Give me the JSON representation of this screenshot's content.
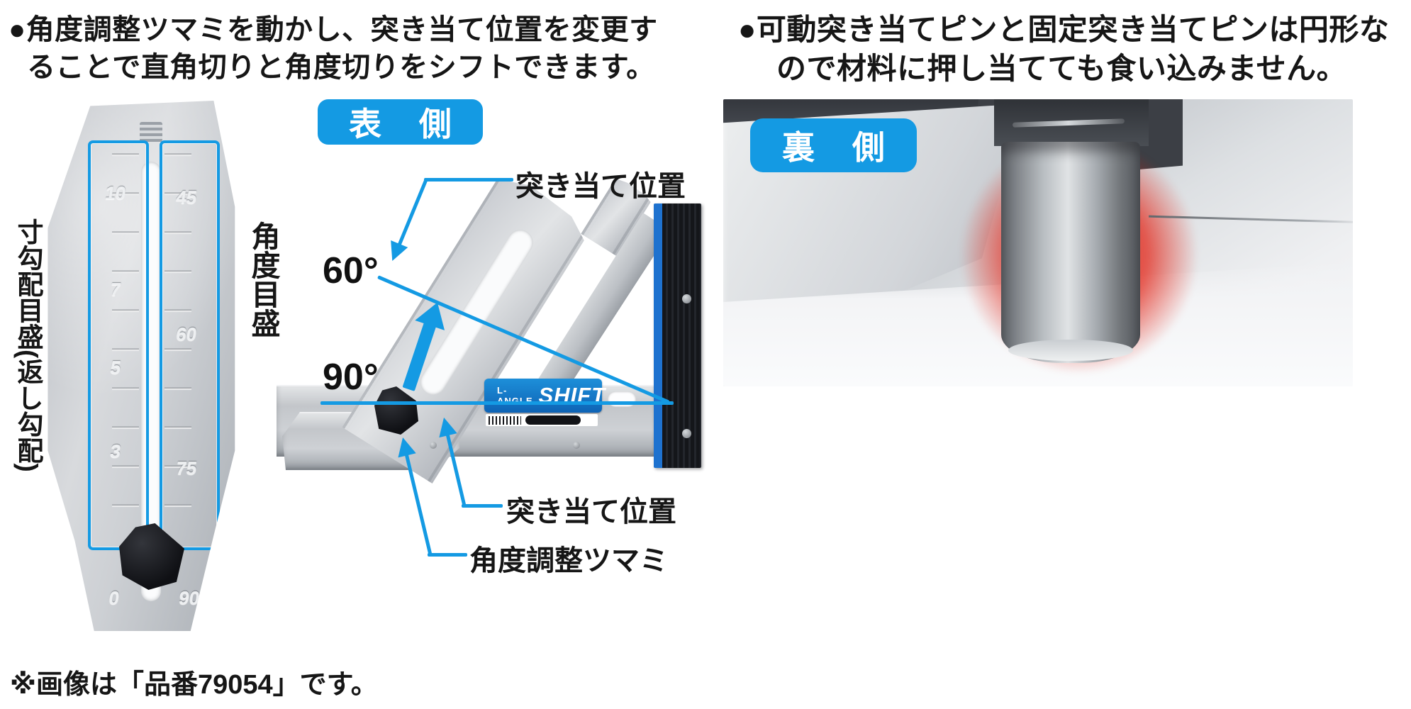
{
  "intro_left": {
    "line1": "●角度調整ツマミを動かし、突き当て位置を変更す",
    "line2": "ることで直角切りと角度切りをシフトできます。"
  },
  "intro_right": {
    "line1": "●可動突き当てピンと固定突き当てピンは円形な",
    "line2": "ので材料に押し当てても食い込みません。"
  },
  "badges": {
    "front": "表側",
    "back": "裏側"
  },
  "left_figure": {
    "scale_label_left": "寸勾配目盛(返し勾配)",
    "scale_label_right": "角度目盛",
    "left_scale_values": [
      "10",
      "7",
      "5",
      "3",
      "0"
    ],
    "right_scale_values": [
      "45",
      "60",
      "75",
      "90"
    ]
  },
  "front_figure": {
    "label_stop_top": "突き当て位置",
    "label_angle_60": "60°",
    "label_angle_90": "90°",
    "label_stop_bottom": "突き当て位置",
    "label_knob": "角度調整ツマミ",
    "product_label_small": "L-ANGLE",
    "product_label_big": "SHIFT"
  },
  "footer_note": "※画像は「品番79054」です。",
  "colors": {
    "accent_blue": "#149ae3",
    "fence_blue": "#1e72cf",
    "glow_red": "#e3200f",
    "metal_gray": "#c9ccd1"
  }
}
